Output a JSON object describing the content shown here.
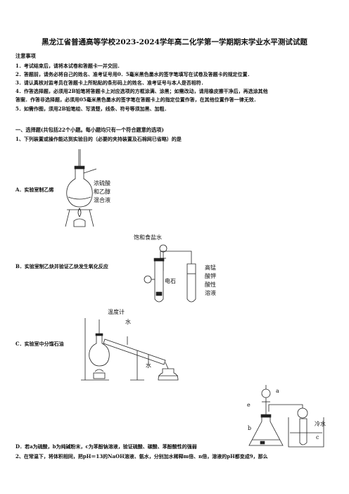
{
  "title": "黑龙江省普通高等学校2023-2024学年高二化学第一学期期末学业水平测试试题",
  "notes": {
    "heading": "注意事项",
    "items": [
      "1．考试结束后，请将本试卷和答题卡一并交回．",
      "2．答题前，请务必将自己的姓名、准考证号用0．5毫米黑色墨水的签字笔填写在试卷及答题卡的规定位置．",
      "3．请认真核对监考员在答题卡上所粘贴的条形码上的姓名、准考证号与本人是否相符．",
      "4．作答选择题，必须用2B铅笔将答题卡上对应选项的方框涂满、涂黑；如需改动，请用橡皮擦干净后，再选涂其他",
      "答案．作答非选择题，必须用05毫米黑色墨水的签字笔在答题卡上的指定位置作答，在其他位置作答一律无效．",
      "5．如需作图，须用2B铅笔绘、写清楚，线条、符号等须加黑、加粗．"
    ]
  },
  "section1": "一、选择题(共包括22个小题。每小题均只有一个符合题意的选项)",
  "q1": {
    "stem": "1、下列装置或操作能达到实验目的（必要的夹持装置及石棉网已省略）的是",
    "A": {
      "text": "A．实验室制乙烯",
      "labels": [
        "浓硫酸",
        "和乙醇",
        "混合液"
      ]
    },
    "B": {
      "text": "B．实验室制乙炔并验证乙炔发生氧化反应",
      "labels": {
        "top": "饱和食盐水",
        "stone": "电石",
        "right": [
          "高锰",
          "酸钾",
          "酸性",
          "溶液"
        ]
      }
    },
    "C": {
      "text": "C．实验室中分馏石油",
      "labels": {
        "thermo": "温度计",
        "water_in": "水",
        "water_out": "水"
      }
    },
    "D": {
      "text": "D．若a为硫酸，b为纯碱粉末，c为苯酚钠溶液，验证硫酸、碳酸、苯酚酸性的强弱",
      "labels": {
        "a": "a",
        "e": "e",
        "b": "b",
        "c": "c",
        "cold": "冷水"
      }
    }
  },
  "q2": {
    "stem": "2、在常温下，将体积相同，把pH＝13的NaOH溶液、氨水，分别加水稀释m倍、n倍，溶液的pH都变成9，那么"
  }
}
